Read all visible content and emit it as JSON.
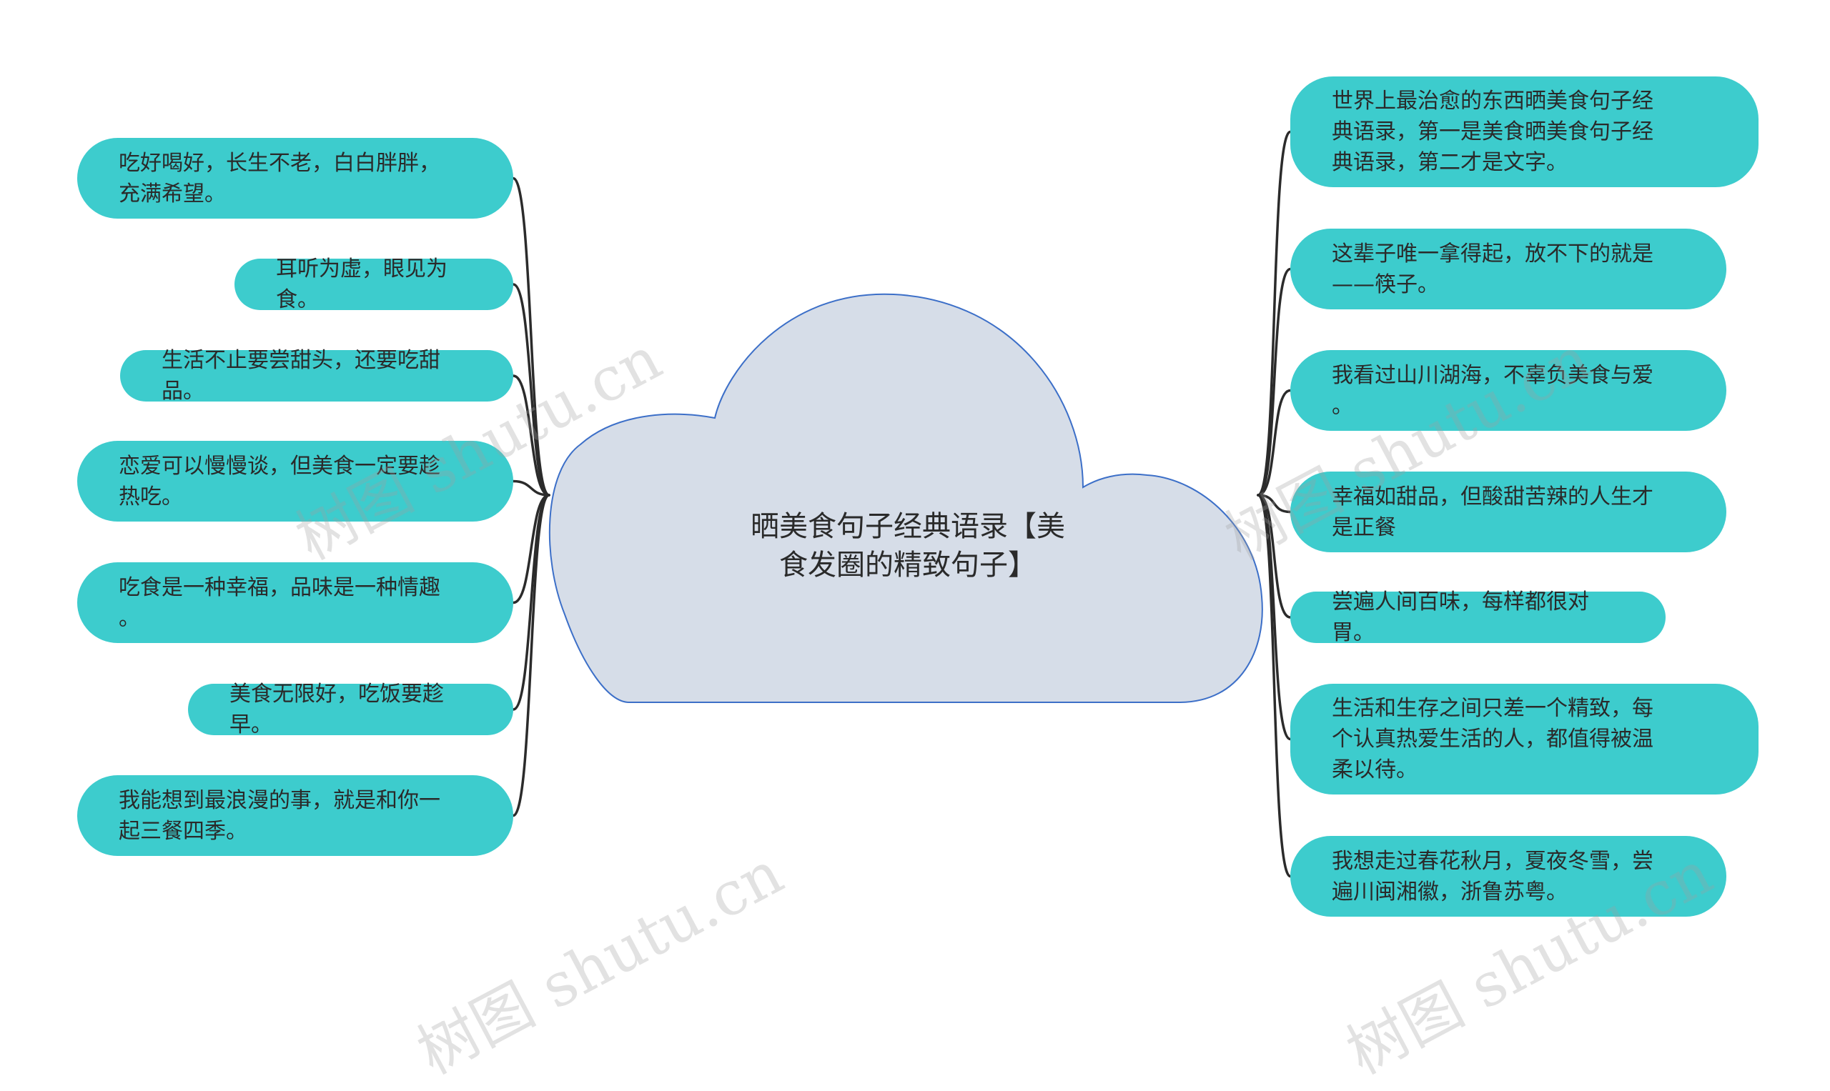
{
  "center": {
    "title": "晒美食句子经典语录【美\n食发圈的精致句子】"
  },
  "left": [
    {
      "text": "吃好喝好，长生不老，白白胖胖，\n充满希望。"
    },
    {
      "text": "耳听为虚，眼见为食。"
    },
    {
      "text": "生活不止要尝甜头，还要吃甜品。"
    },
    {
      "text": "恋爱可以慢慢谈，但美食一定要趁\n热吃。"
    },
    {
      "text": "吃食是一种幸福，品味是一种情趣\n。"
    },
    {
      "text": "美食无限好，吃饭要趁早。"
    },
    {
      "text": "我能想到最浪漫的事，就是和你一\n起三餐四季。"
    }
  ],
  "right": [
    {
      "text": "世界上最治愈的东西晒美食句子经\n典语录，第一是美食晒美食句子经\n典语录，第二才是文字。"
    },
    {
      "text": "这辈子唯一拿得起，放不下的就是\n——筷子。"
    },
    {
      "text": "我看过山川湖海，不辜负美食与爱\n。"
    },
    {
      "text": "幸福如甜品，但酸甜苦辣的人生才\n是正餐"
    },
    {
      "text": "尝遍人间百味，每样都很对胃。"
    },
    {
      "text": "生活和生存之间只差一个精致，每\n个认真热爱生活的人，都值得被温\n柔以待。"
    },
    {
      "text": "我想走过春花秋月，夏夜冬雪，尝\n遍川闽湘徽，浙鲁苏粤。"
    }
  ],
  "watermark": "树图 shutu.cn",
  "colors": {
    "node_fill": "#3dcccd",
    "cloud_fill": "#d6dde8",
    "cloud_stroke": "#3c6fc8",
    "connector": "#2b2b2b"
  }
}
